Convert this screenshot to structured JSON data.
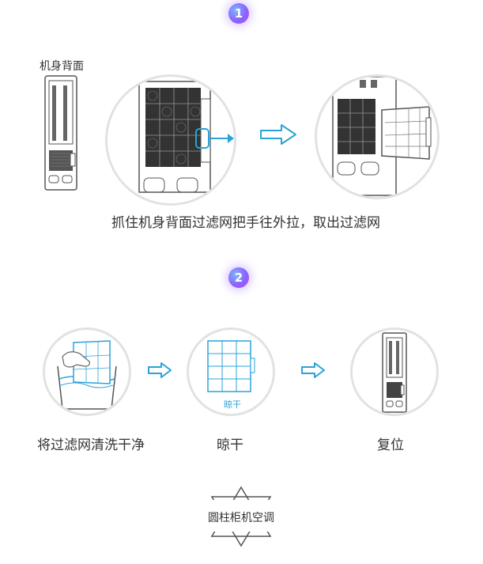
{
  "step1": {
    "badge": "1",
    "device_label": "机身背面",
    "caption": "抓住机身背面过滤网把手往外拉，取出过滤网"
  },
  "step2": {
    "badge": "2",
    "dry_tag": "晾干",
    "captions": [
      "将过滤网清洗干净",
      "晾干",
      "复位"
    ]
  },
  "footer": {
    "brand": "圆柱柜机空调"
  },
  "colors": {
    "accent": "#2aa3d8",
    "line": "#555555",
    "circle_border": "#e2e2e2"
  }
}
